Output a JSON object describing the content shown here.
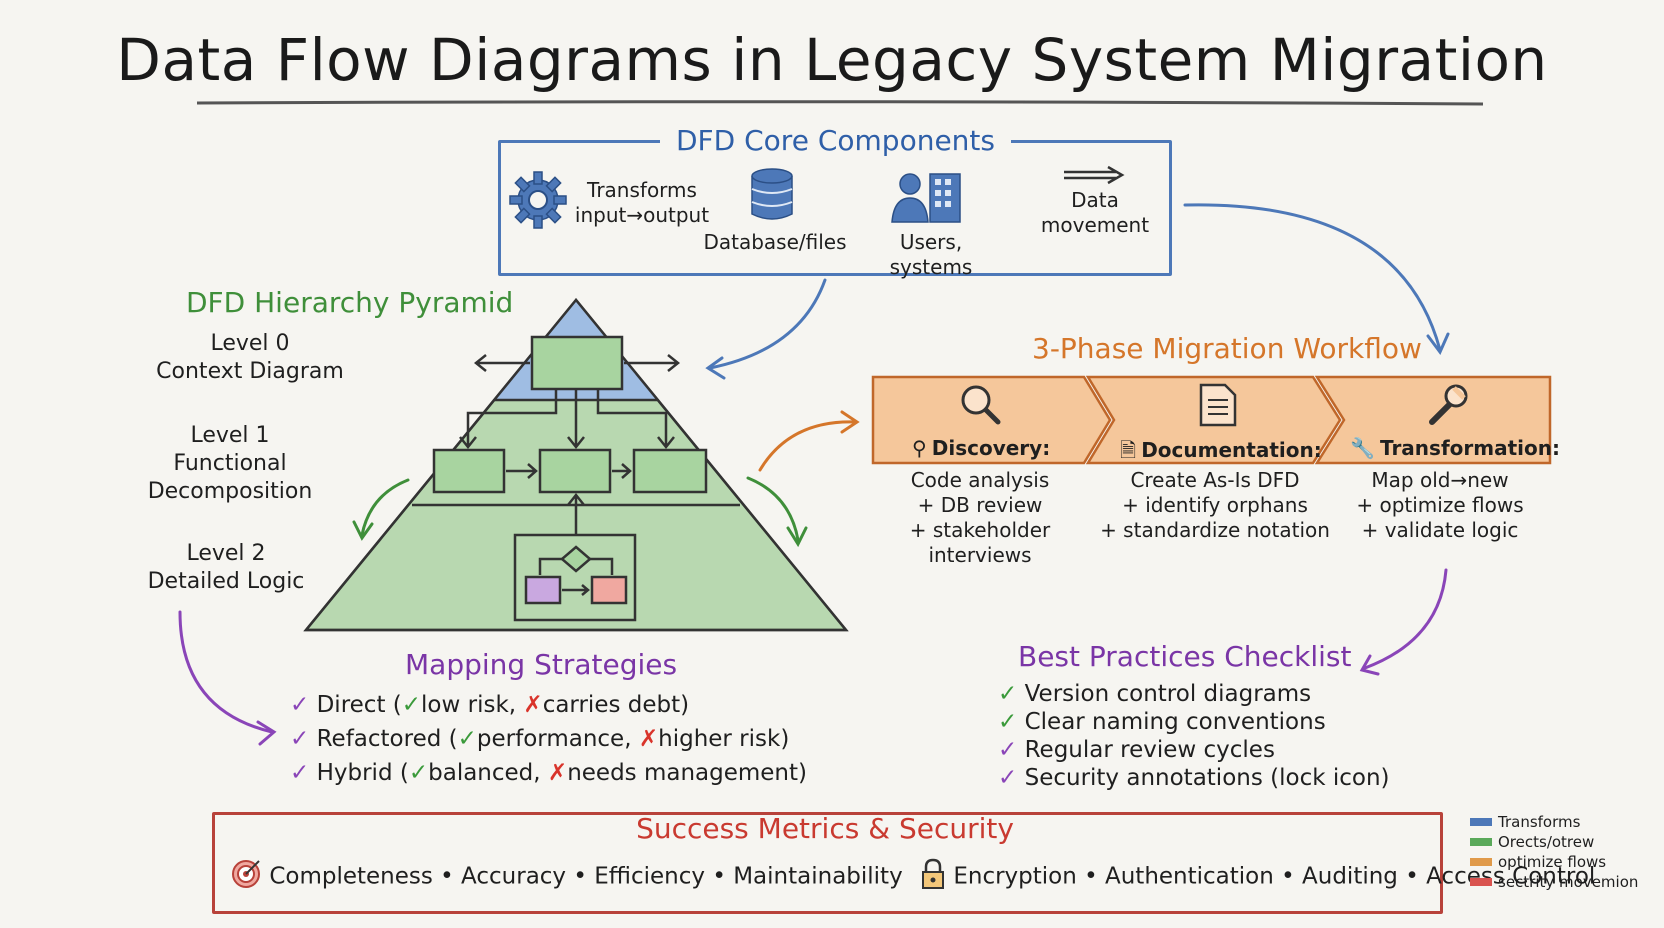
{
  "title": "Data Flow Diagrams in Legacy System Migration",
  "core": {
    "title": "DFD Core Components",
    "items": [
      {
        "icon": "gear-icon",
        "label_line1": "Transforms",
        "label_line2": "input→output"
      },
      {
        "icon": "database-icon",
        "label_line1": "Database/files",
        "label_line2": ""
      },
      {
        "icon": "users-building-icon",
        "label_line1": "Users, systems",
        "label_line2": ""
      },
      {
        "icon": "arrow-icon",
        "label_line1": "Data",
        "label_line2": "movement"
      }
    ]
  },
  "pyramid": {
    "title": "DFD Hierarchy Pyramid",
    "levels": [
      {
        "line1": "Level 0",
        "line2": "Context Diagram",
        "line3": ""
      },
      {
        "line1": "Level 1",
        "line2": "Functional",
        "line3": "Decomposition"
      },
      {
        "line1": "Level 2",
        "line2": "Detailed Logic",
        "line3": ""
      }
    ]
  },
  "workflow": {
    "title": "3-Phase Migration Workflow",
    "phases": [
      {
        "icon": "magnifier-icon",
        "label": "Discovery:",
        "desc": [
          "Code analysis",
          "+ DB review",
          "+ stakeholder",
          "interviews"
        ]
      },
      {
        "icon": "document-icon",
        "label": "Documentation:",
        "desc": [
          "Create As-Is DFD",
          "+ identify orphans",
          "+ standardize notation"
        ]
      },
      {
        "icon": "wrench-icon",
        "label": "Transformation:",
        "desc": [
          "Map old→new",
          "+ optimize flows",
          "+ validate logic"
        ]
      }
    ]
  },
  "mapping": {
    "title": "Mapping Strategies",
    "rows": [
      {
        "name": "Direct",
        "pro": "low risk,",
        "con": "carries debt"
      },
      {
        "name": "Refactored",
        "pro": "performance,",
        "con": "higher risk"
      },
      {
        "name": "Hybrid",
        "pro": "balanced,",
        "con": "needs management"
      }
    ],
    "open_paren": "(",
    "close_paren": ")"
  },
  "best_practices": {
    "title": "Best Practices Checklist",
    "items": [
      "Version control diagrams",
      "Clear naming conventions",
      "Regular review cycles",
      "Security annotations (lock icon)"
    ]
  },
  "metrics": {
    "title": "Success Metrics & Security",
    "left": "Completeness • Accuracy • Efficiency • Maintainability",
    "right": "Encryption • Authentication • Auditing • Access Control"
  },
  "legend": {
    "items": [
      {
        "label": "Transforms",
        "color": "#4d78b8"
      },
      {
        "label": "Orects/otrew",
        "color": "#5aa95a"
      },
      {
        "label": "optimize flows",
        "color": "#e09a4a"
      },
      {
        "label": "sectrity movemion",
        "color": "#d9534f"
      }
    ]
  },
  "colors": {
    "blue": "#4d78b8",
    "green": "#3f8f3a",
    "orange": "#d5762a",
    "purple": "#7a35a6",
    "red": "#c93a30"
  }
}
